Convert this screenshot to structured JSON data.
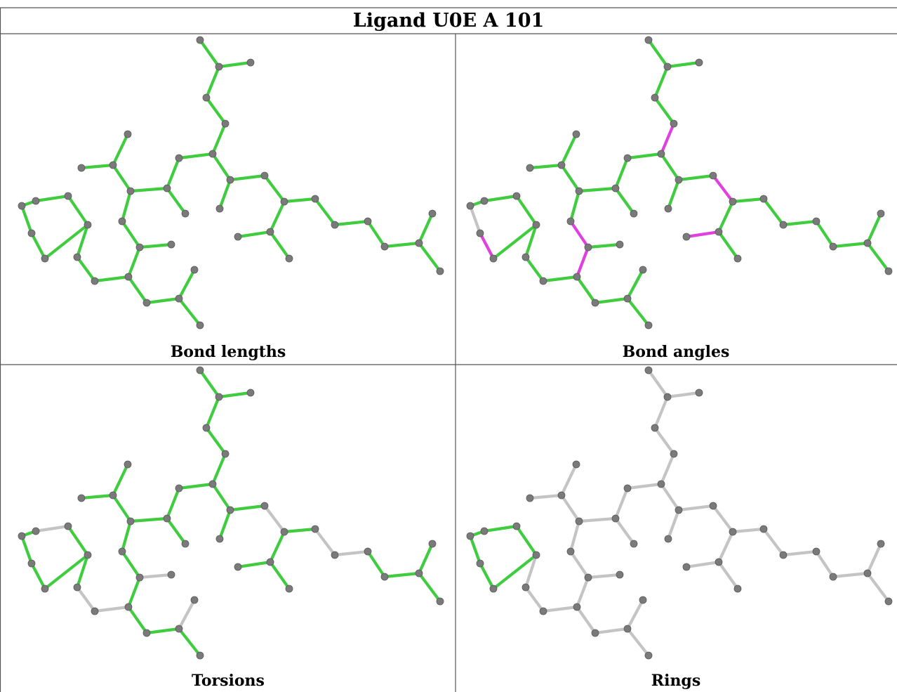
{
  "title": "Ligand U0E A 101",
  "colors": {
    "ok": "#3fcc3f",
    "outlier": "#e040e0",
    "unassessed": "#c4c4c4",
    "atom": "#7a7a7a"
  },
  "panels": [
    {
      "id": "bond-lengths",
      "caption": "Bond lengths",
      "outliers": [],
      "unassessed": []
    },
    {
      "id": "bond-angles",
      "caption": "Bond angles",
      "outliers": [
        [
          0,
          1
        ],
        [
          8,
          9
        ],
        [
          9,
          10
        ],
        [
          21,
          22
        ],
        [
          22,
          23
        ],
        [
          22,
          24
        ],
        [
          31,
          32
        ],
        [
          33,
          34
        ]
      ],
      "unassessed": [
        [
          1,
          2
        ]
      ]
    },
    {
      "id": "torsions",
      "caption": "Torsions",
      "outliers": [
        [
          34,
          35
        ],
        [
          22,
          25
        ],
        [
          27,
          28
        ],
        [
          28,
          29
        ],
        [
          13,
          14
        ]
      ],
      "unassessed": [
        [
          9,
          17
        ],
        [
          12,
          16
        ],
        [
          3,
          4
        ],
        [
          3,
          5
        ],
        [
          3,
          6
        ],
        [
          5,
          7
        ],
        [
          6,
          7
        ],
        [
          7,
          8
        ],
        [
          8,
          0
        ],
        [
          19,
          20
        ],
        [
          21,
          23
        ],
        [
          21,
          24
        ],
        [
          32,
          31
        ],
        [
          32,
          30
        ],
        [
          33,
          36
        ],
        [
          37,
          36
        ],
        [
          37,
          38
        ]
      ]
    },
    {
      "id": "rings",
      "caption": "Rings",
      "ring_only": true
    }
  ]
}
